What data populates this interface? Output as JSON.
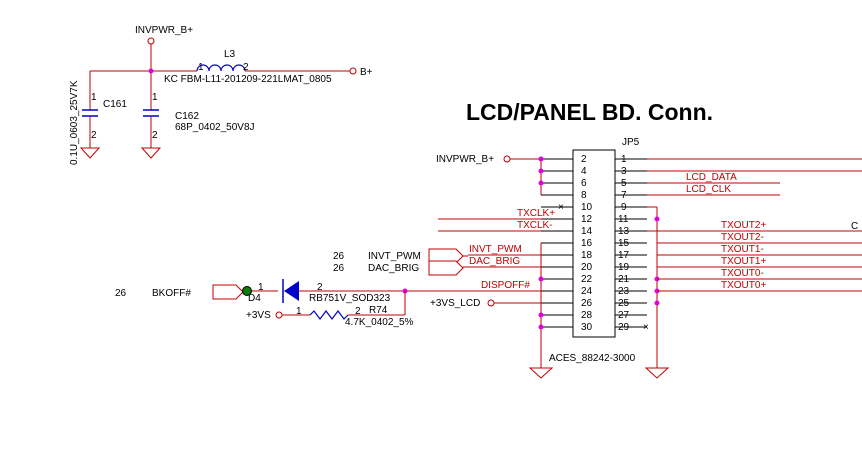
{
  "title": "LCD/PANEL BD. Conn.",
  "connector": {
    "ref": "JP5",
    "part": "ACES_88242-3000",
    "left_pins": [
      "2",
      "4",
      "6",
      "8",
      "10",
      "12",
      "14",
      "16",
      "18",
      "20",
      "22",
      "24",
      "26",
      "28",
      "30"
    ],
    "right_pins": [
      "1",
      "3",
      "5",
      "7",
      "9",
      "11",
      "13",
      "15",
      "17",
      "19",
      "21",
      "23",
      "25",
      "27",
      "29"
    ]
  },
  "power": {
    "invpwr_top": "INVPWR_B+",
    "invpwr_conn": "INVPWR_B+",
    "b_plus": "B+",
    "vs_3v": "+3VS",
    "vs_lcd": "+3VS_LCD"
  },
  "inductor": {
    "ref": "L3",
    "value": "KC FBM-L11-201209-221LMAT_0805",
    "pin1": "1",
    "pin2": "2"
  },
  "capacitors": [
    {
      "ref": "C161",
      "value": "0.1U_0603_25V7K",
      "pin1": "1",
      "pin2": "2"
    },
    {
      "ref": "C162",
      "value": "68P_0402_50V8J",
      "pin1": "1",
      "pin2": "2"
    }
  ],
  "diode": {
    "ref": "D4",
    "value": "RB751V_SOD323",
    "pin1": "1",
    "pin2": "2"
  },
  "resistor": {
    "ref": "R74",
    "value": "4.7K_0402_5%",
    "pin1": "1",
    "pin2": "2"
  },
  "signals": {
    "lcd_data": "LCD_DATA",
    "lcd_clk": "LCD_CLK",
    "txclk_p": "TXCLK+",
    "txclk_n": "TXCLK-",
    "txout2_p": "TXOUT2+",
    "txout2_n": "TXOUT2-",
    "txout1_n": "TXOUT1-",
    "txout1_p": "TXOUT1+",
    "txout0_n": "TXOUT0-",
    "txout0_p": "TXOUT0+",
    "invt_pwm": "INVT_PWM",
    "dac_brig": "DAC_BRIG",
    "dispoff": "DISPOFF#",
    "bkoff": "BKOFF#"
  },
  "offpage": [
    {
      "sheet": "26",
      "label": "INVT_PWM"
    },
    {
      "sheet": "26",
      "label": "DAC_BRIG"
    },
    {
      "sheet": "26",
      "label": "BKOFF#"
    }
  ],
  "edge_text": "C"
}
